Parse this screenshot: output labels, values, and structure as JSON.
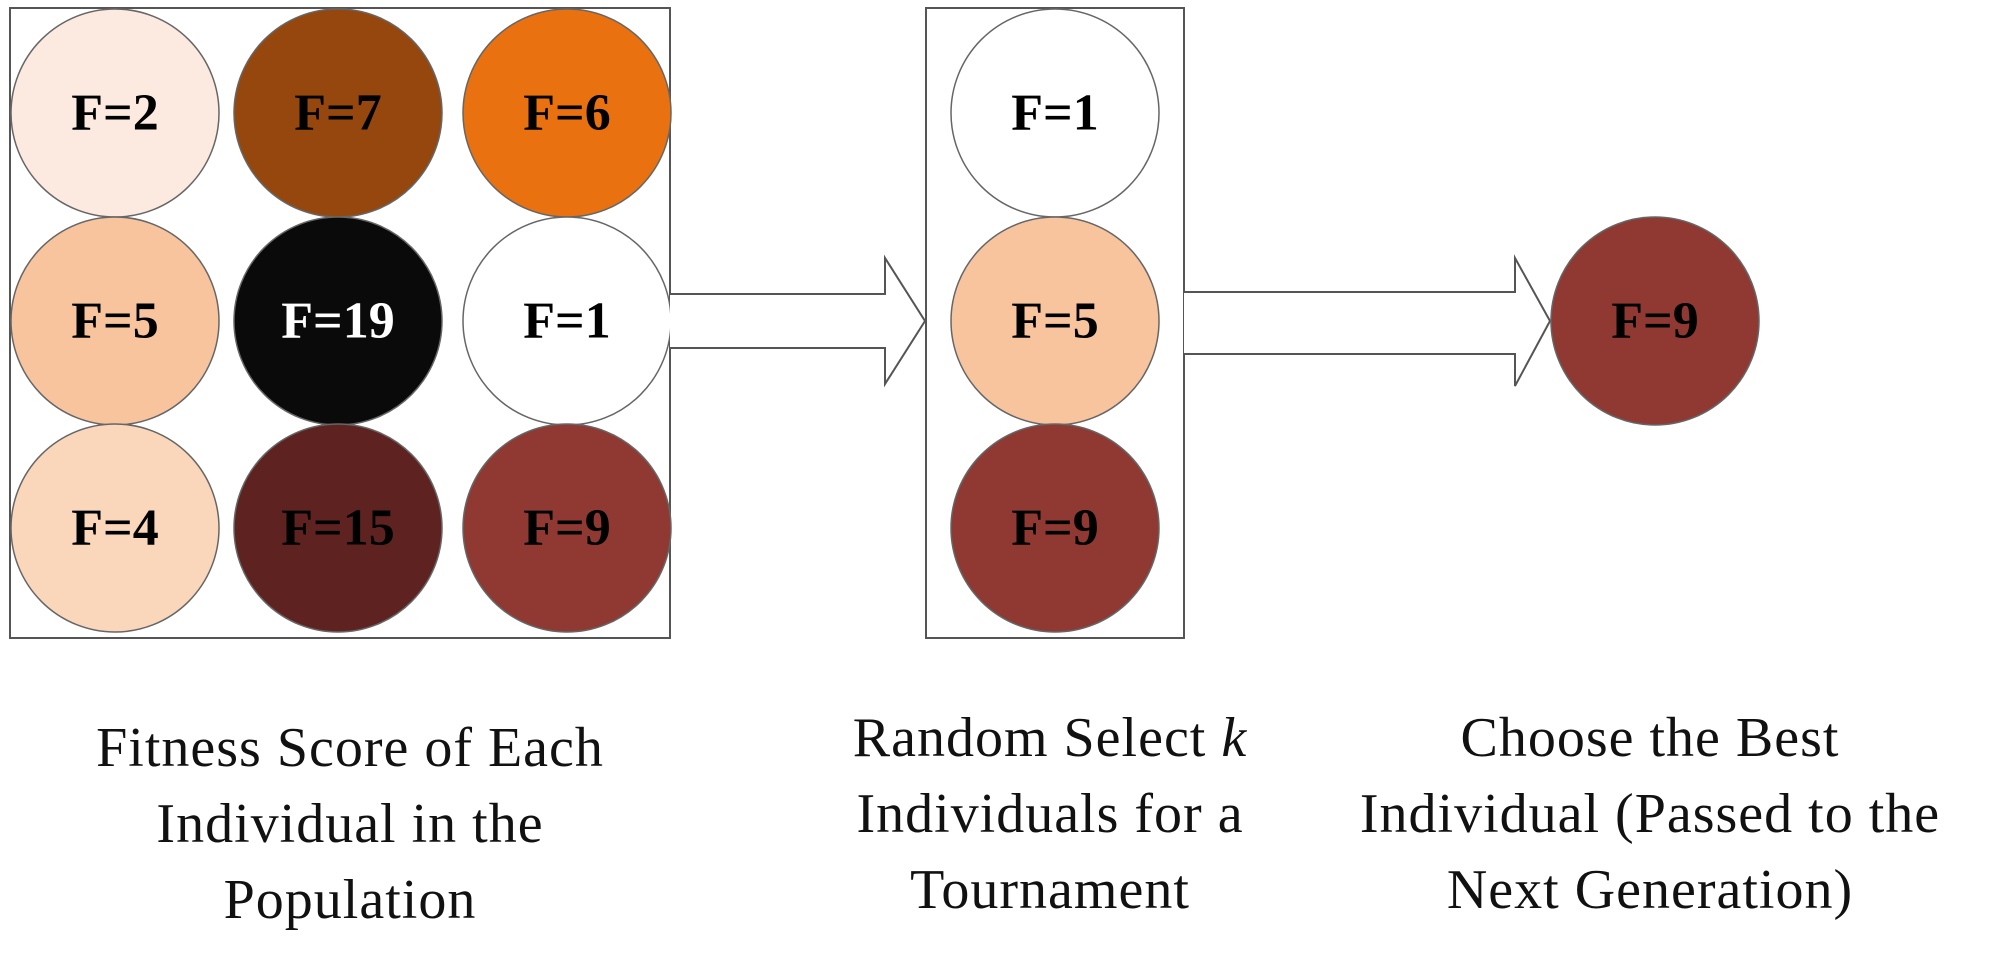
{
  "population": {
    "individuals": [
      {
        "label": "F=2",
        "fill": "#FCE9DF",
        "text_color": "#000000"
      },
      {
        "label": "F=7",
        "fill": "#96470E",
        "text_color": "#000000"
      },
      {
        "label": "F=6",
        "fill": "#E9710F",
        "text_color": "#000000"
      },
      {
        "label": "F=5",
        "fill": "#F8C49E",
        "text_color": "#000000"
      },
      {
        "label": "F=19",
        "fill": "#0A0A0A",
        "text_color": "#FFFFFF"
      },
      {
        "label": "F=1",
        "fill": "#FFFFFF",
        "text_color": "#000000"
      },
      {
        "label": "F=4",
        "fill": "#FAD6BA",
        "text_color": "#000000"
      },
      {
        "label": "F=15",
        "fill": "#5E2320",
        "text_color": "#000000"
      },
      {
        "label": "F=9",
        "fill": "#8F3932",
        "text_color": "#000000"
      }
    ],
    "caption_lines": [
      "Fitness Score of Each",
      "Individual in the",
      "Population"
    ]
  },
  "tournament": {
    "individuals": [
      {
        "label": "F=1",
        "fill": "#FFFFFF",
        "text_color": "#000000"
      },
      {
        "label": "F=5",
        "fill": "#F8C49E",
        "text_color": "#000000"
      },
      {
        "label": "F=9",
        "fill": "#8F3932",
        "text_color": "#000000"
      }
    ],
    "caption_line1_prefix": "Random Select ",
    "caption_line1_var": "k",
    "caption_lines_rest": [
      "Individuals for a",
      "Tournament"
    ]
  },
  "winner": {
    "label": "F=9",
    "fill": "#8F3932",
    "text_color": "#000000",
    "caption_lines": [
      "Choose the Best",
      "Individual (Passed to the",
      "Next Generation)"
    ]
  }
}
